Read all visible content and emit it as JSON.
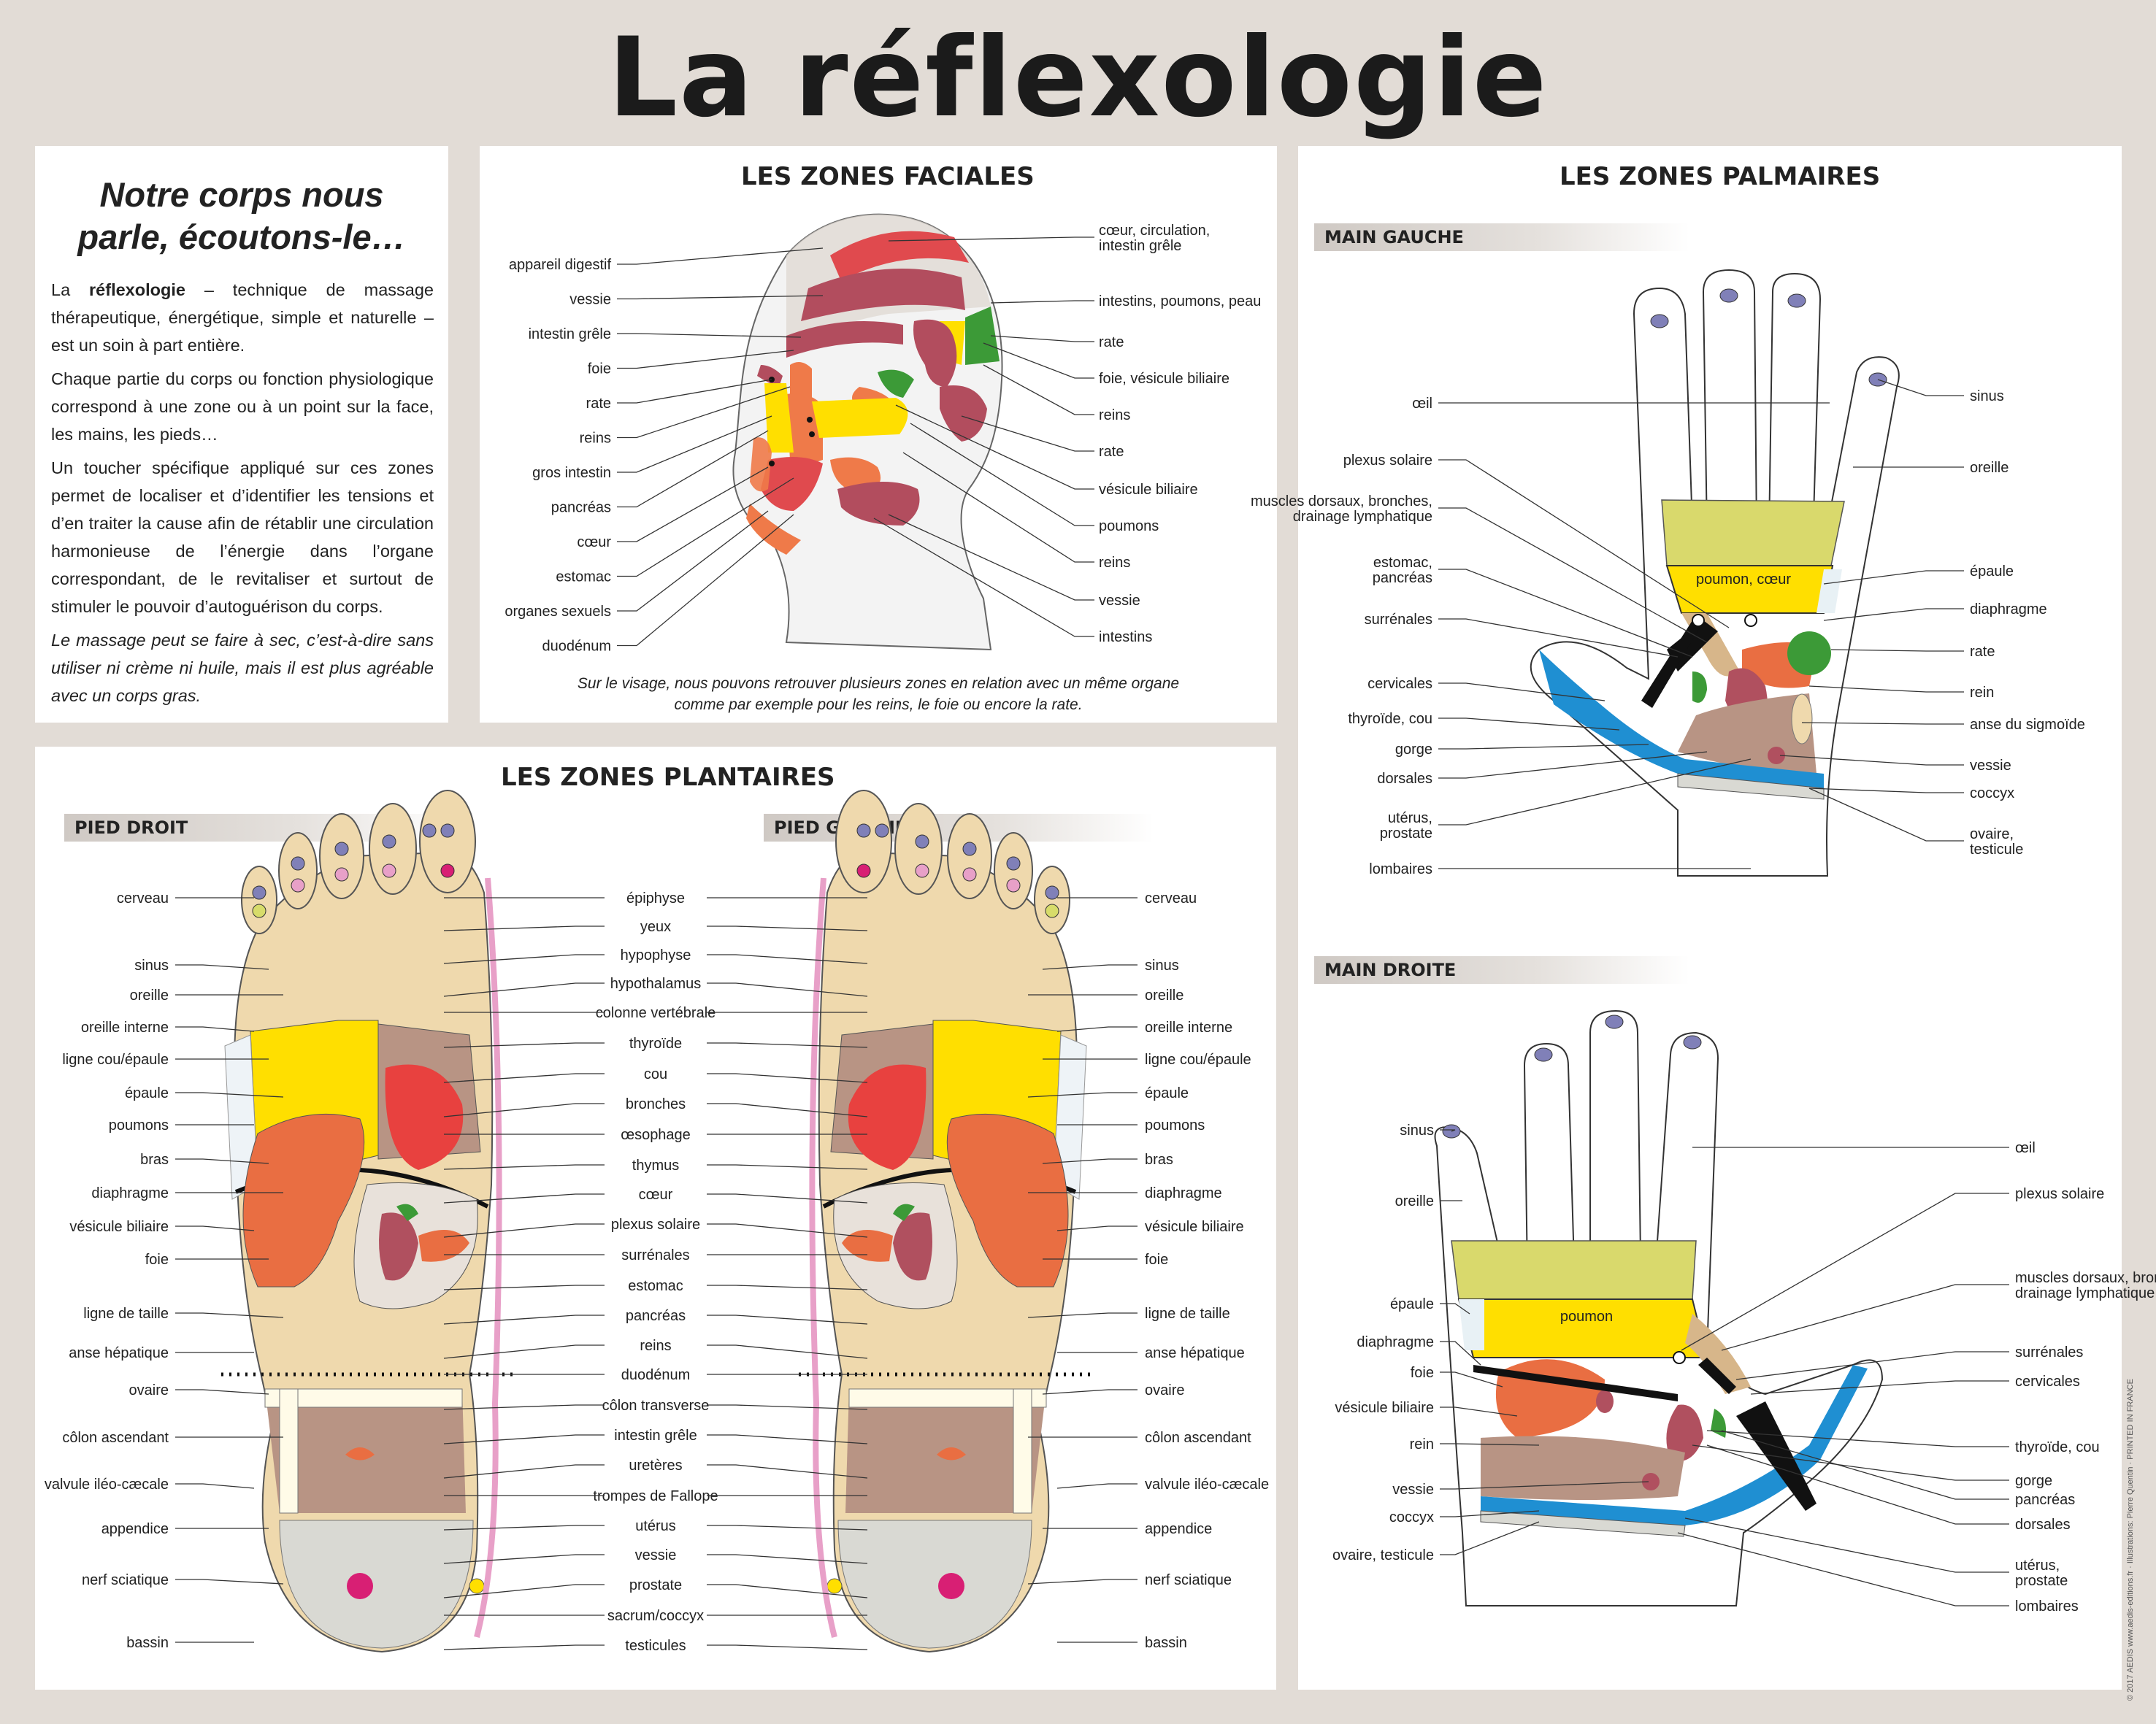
{
  "title": "La réflexologie",
  "intro": {
    "heading": "Notre corps nous parle, écoutons-le…",
    "p1_pre": "La ",
    "p1_bold": "réflexologie",
    "p1_post": " – technique de massage thérapeutique, énergétique, simple et naturelle – est un soin à part entière.",
    "p2": "Chaque partie du corps ou fonction physiologique correspond à une zone ou à un point sur la face, les mains, les pieds…",
    "p3": "Un toucher spécifique appliqué sur ces zones permet de localiser et d’identifier les tensions et d’en traiter la cause afin de rétablir une circulation harmonieuse de l’énergie dans l’organe correspondant, de le revitaliser et surtout de stimuler le pouvoir d’autoguérison du corps.",
    "p4": "Le massage peut se faire à sec, c’est-à-dire sans utiliser ni crème ni huile, mais il est plus agréable avec un corps gras."
  },
  "face": {
    "title": "LES ZONES FACIALES",
    "left_labels": [
      "appareil digestif",
      "vessie",
      "intestin grêle",
      "foie",
      "rate",
      "reins",
      "gros intestin",
      "pancréas",
      "cœur",
      "estomac",
      "organes sexuels",
      "duodénum"
    ],
    "right_labels": [
      "cœur, circulation,|intestin grêle",
      "intestins, poumons, peau",
      "rate",
      "foie, vésicule biliaire",
      "reins",
      "rate",
      "vésicule biliaire",
      "poumons",
      "reins",
      "vessie",
      "intestins"
    ],
    "caption_line1": "Sur le visage, nous pouvons retrouver plusieurs zones en relation avec un même organe",
    "caption_line2": "comme par exemple pour les reins, le foie ou encore  la rate."
  },
  "palm": {
    "title": "LES ZONES PALMAIRES",
    "left_title": "MAIN GAUCHE",
    "right_title": "MAIN DROITE",
    "left_hand_left": [
      "œil",
      "plexus solaire",
      "muscles dorsaux, bronches,|drainage lymphatique",
      "estomac,|pancréas",
      "surrénales",
      "cervicales",
      "thyroïde, cou",
      "gorge",
      "dorsales",
      "utérus,|prostate",
      "lombaires"
    ],
    "left_hand_right": [
      "sinus",
      "oreille",
      "épaule",
      "diaphragme",
      "rate",
      "rein",
      "anse du sigmoïde",
      "vessie",
      "coccyx",
      "ovaire,|testicule"
    ],
    "left_inner": "poumon, cœur",
    "right_hand_left": [
      "sinus",
      "oreille",
      "épaule",
      "diaphragme",
      "foie",
      "vésicule biliaire",
      "rein",
      "vessie",
      "coccyx",
      "ovaire, testicule"
    ],
    "right_hand_right": [
      "œil",
      "plexus solaire",
      "muscles dorsaux, bronches,|drainage lymphatique",
      "surrénales",
      "cervicales",
      "thyroïde, cou",
      "gorge",
      "pancréas",
      "dorsales",
      "utérus,|prostate",
      "lombaires"
    ],
    "right_inner": "poumon"
  },
  "feet": {
    "title": "LES ZONES PLANTAIRES",
    "right_foot_title": "PIED DROIT",
    "left_foot_title": "PIED GAUCHE",
    "far_left": [
      "cerveau",
      "sinus",
      "oreille",
      "oreille interne",
      "ligne cou/épaule",
      "épaule",
      "poumons",
      "bras",
      "diaphragme",
      "vésicule biliaire",
      "foie",
      "ligne de taille",
      "anse hépatique",
      "ovaire",
      "côlon ascendant",
      "valvule iléo-cæcale",
      "appendice",
      "nerf sciatique",
      "bassin"
    ],
    "center": [
      "épiphyse",
      "yeux",
      "hypophyse",
      "hypothalamus",
      "colonne vertébrale",
      "thyroïde",
      "cou",
      "bronches",
      "œsophage",
      "thymus",
      "cœur",
      "plexus solaire",
      "surrénales",
      "estomac",
      "pancréas",
      "reins",
      "duodénum",
      "côlon transverse",
      "intestin grêle",
      "uretères",
      "trompes de Fallope",
      "utérus",
      "vessie",
      "prostate",
      "sacrum/coccyx",
      "testicules"
    ],
    "far_right": [
      "cerveau",
      "sinus",
      "oreille",
      "oreille interne",
      "ligne cou/épaule",
      "épaule",
      "poumons",
      "bras",
      "diaphragme",
      "vésicule biliaire",
      "foie",
      "ligne de taille",
      "anse hépatique",
      "ovaire",
      "côlon ascendant",
      "valvule iléo-cæcale",
      "appendice",
      "nerf sciatique",
      "bassin"
    ]
  },
  "side_note": "© 2017 AEDIS www.aedis-editions.fr · Illustrations: Pierre Quentin · PRINTED IN FRANCE",
  "colors": {
    "yellow": "#ffdf00",
    "lime": "#d7dc6a",
    "red": "#e8413f",
    "maroon": "#b0505f",
    "orange": "#e96e42",
    "brown": "#b89484",
    "tan": "#d7b68a",
    "green": "#3c9a37",
    "blue": "#1f8fd2",
    "grey": "#d9d9d3",
    "skin": "#efd9ad",
    "violet": "#8080b8",
    "magenta": "#d81f74"
  }
}
